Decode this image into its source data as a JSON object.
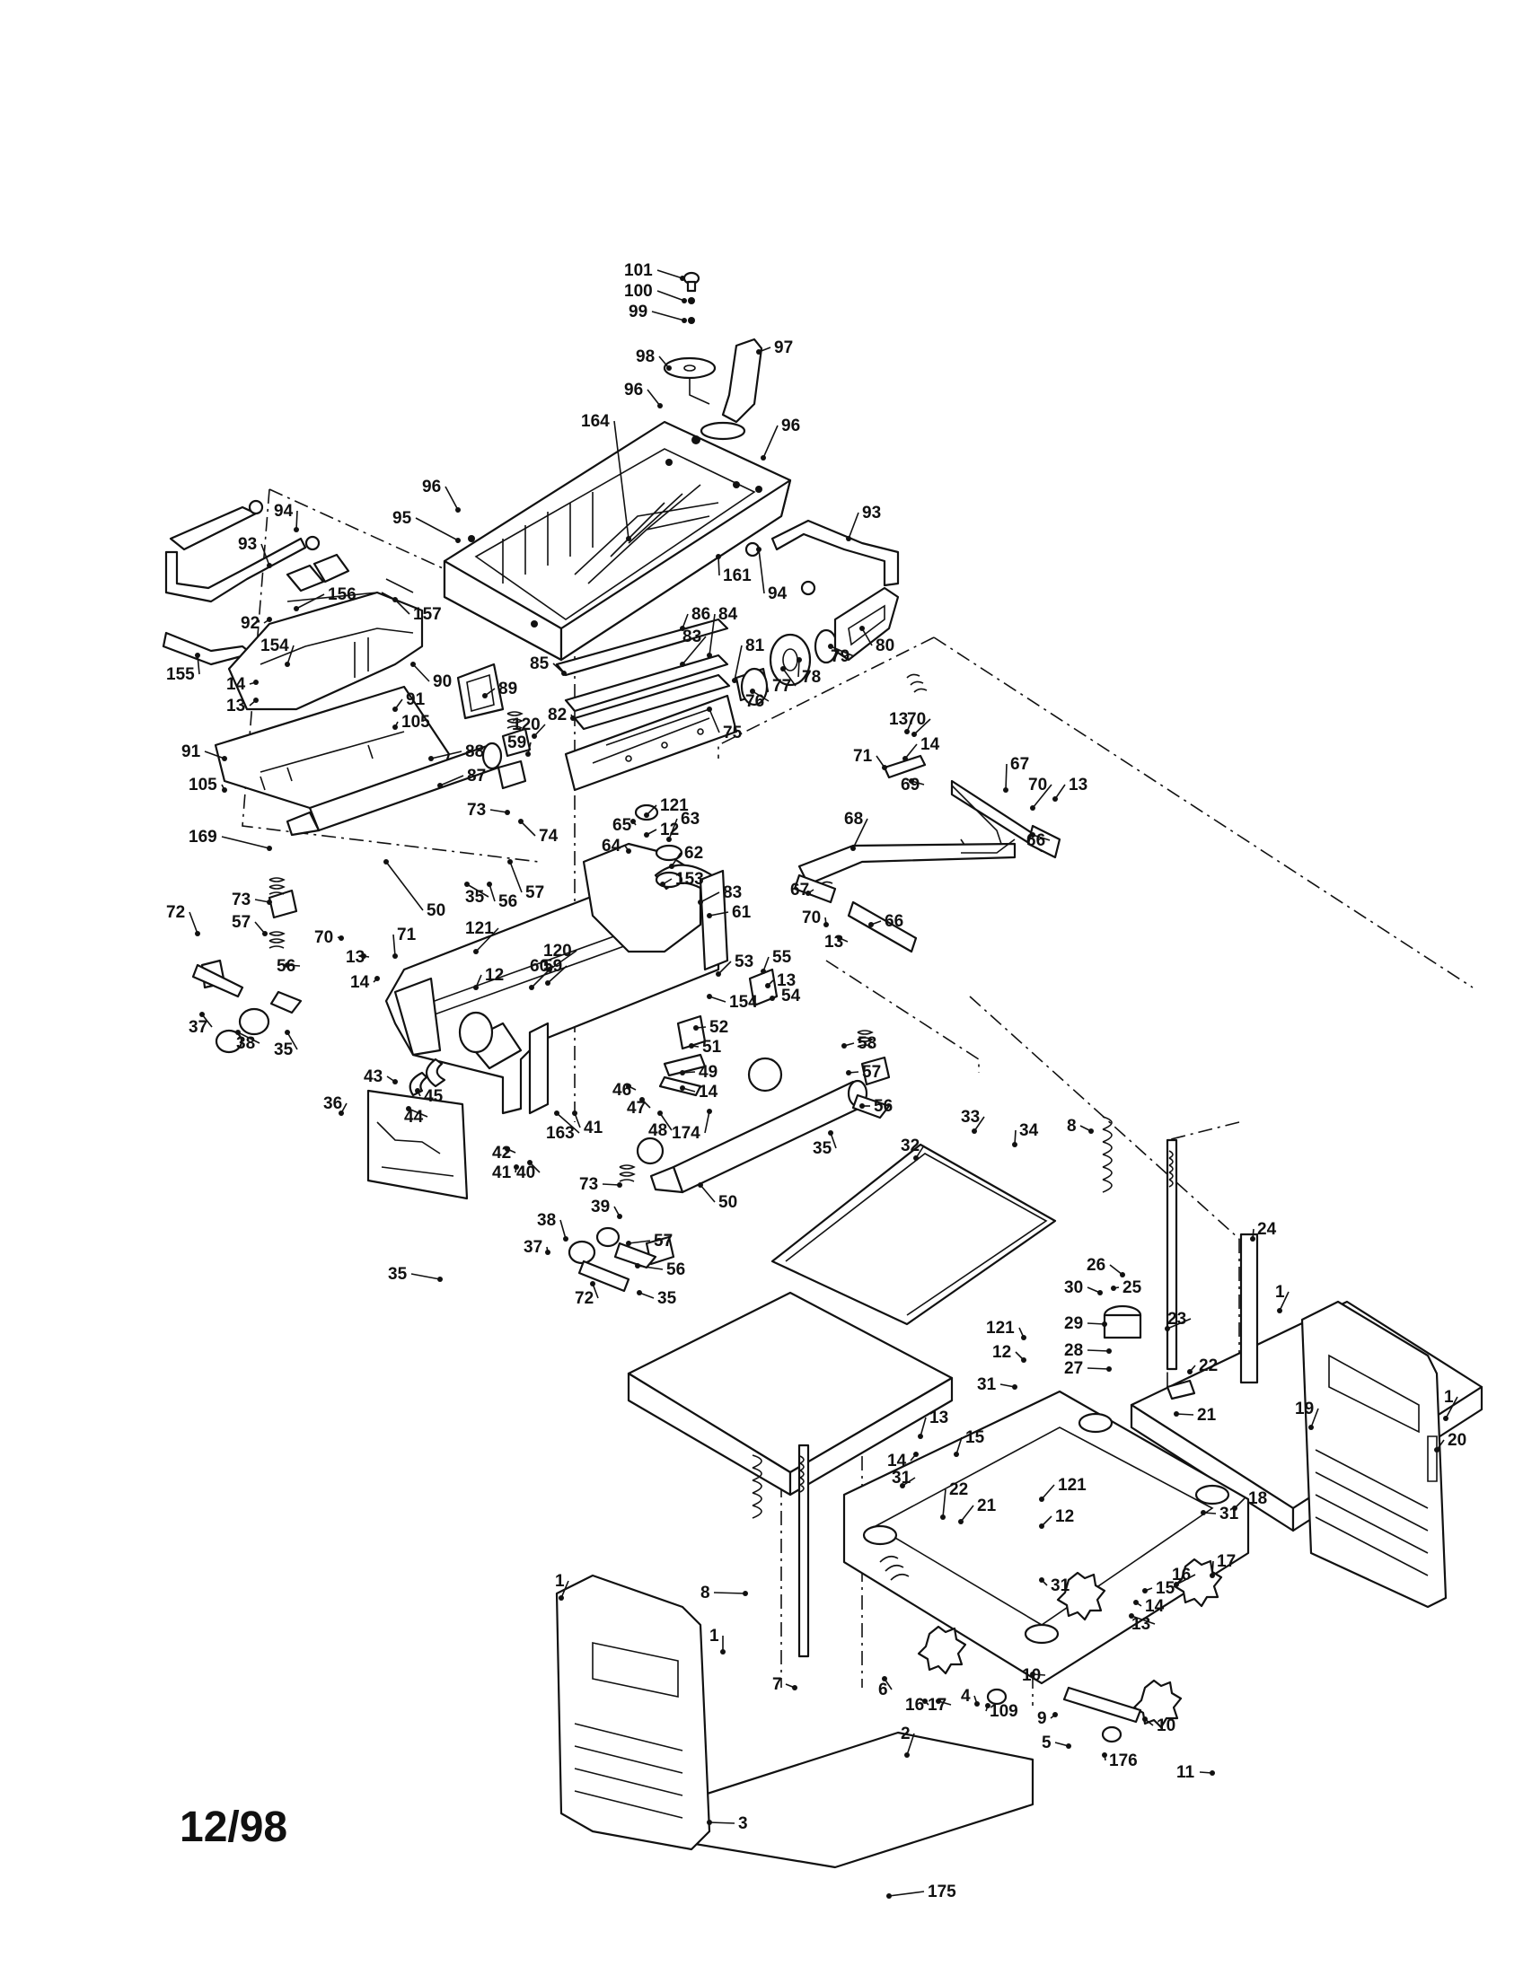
{
  "date_code": "12/98",
  "callouts": [
    {
      "id": "c101",
      "text": "101"
    },
    {
      "id": "c100",
      "text": "100"
    },
    {
      "id": "c99",
      "text": "99"
    },
    {
      "id": "c98",
      "text": "98"
    },
    {
      "id": "c97",
      "text": "97"
    },
    {
      "id": "c96a",
      "text": "96"
    },
    {
      "id": "c96b",
      "text": "96"
    },
    {
      "id": "c96c",
      "text": "96"
    },
    {
      "id": "c164",
      "text": "164"
    },
    {
      "id": "c95",
      "text": "95"
    },
    {
      "id": "c94a",
      "text": "94"
    },
    {
      "id": "c94b",
      "text": "94"
    },
    {
      "id": "c93a",
      "text": "93"
    },
    {
      "id": "c93b",
      "text": "93"
    },
    {
      "id": "c92",
      "text": "92"
    },
    {
      "id": "c156",
      "text": "156"
    },
    {
      "id": "c157",
      "text": "157"
    },
    {
      "id": "c161",
      "text": "161"
    },
    {
      "id": "c155",
      "text": "155"
    },
    {
      "id": "c154a",
      "text": "154"
    },
    {
      "id": "c90",
      "text": "90"
    },
    {
      "id": "c89",
      "text": "89"
    },
    {
      "id": "c91a",
      "text": "91"
    },
    {
      "id": "c105a",
      "text": "105"
    },
    {
      "id": "c14a",
      "text": "14"
    },
    {
      "id": "c13a",
      "text": "13"
    },
    {
      "id": "c86",
      "text": "86"
    },
    {
      "id": "c84",
      "text": "84"
    },
    {
      "id": "c85",
      "text": "85"
    },
    {
      "id": "c83a",
      "text": "83"
    },
    {
      "id": "c81",
      "text": "81"
    },
    {
      "id": "c76",
      "text": "76"
    },
    {
      "id": "c77",
      "text": "77"
    },
    {
      "id": "c78",
      "text": "78"
    },
    {
      "id": "c79",
      "text": "79"
    },
    {
      "id": "c80",
      "text": "80"
    },
    {
      "id": "c82",
      "text": "82"
    },
    {
      "id": "c75",
      "text": "75"
    },
    {
      "id": "c120a",
      "text": "120"
    },
    {
      "id": "c59a",
      "text": "59"
    },
    {
      "id": "c91b",
      "text": "91"
    },
    {
      "id": "c105b",
      "text": "105"
    },
    {
      "id": "c88",
      "text": "88"
    },
    {
      "id": "c87",
      "text": "87"
    },
    {
      "id": "c73a",
      "text": "73"
    },
    {
      "id": "c74",
      "text": "74"
    },
    {
      "id": "c57a",
      "text": "57"
    },
    {
      "id": "c35a",
      "text": "35"
    },
    {
      "id": "c56a",
      "text": "56"
    },
    {
      "id": "c50a",
      "text": "50"
    },
    {
      "id": "c169",
      "text": "169"
    },
    {
      "id": "c73b",
      "text": "73"
    },
    {
      "id": "c72a",
      "text": "72"
    },
    {
      "id": "c57b",
      "text": "57"
    },
    {
      "id": "c70a",
      "text": "70"
    },
    {
      "id": "c37a",
      "text": "37"
    },
    {
      "id": "c38a",
      "text": "38"
    },
    {
      "id": "c56b",
      "text": "56"
    },
    {
      "id": "c35b",
      "text": "35"
    },
    {
      "id": "c71a",
      "text": "71"
    },
    {
      "id": "c13b",
      "text": "13"
    },
    {
      "id": "c14b",
      "text": "14"
    },
    {
      "id": "c121a",
      "text": "121"
    },
    {
      "id": "c12a",
      "text": "12"
    },
    {
      "id": "c65",
      "text": "65"
    },
    {
      "id": "c121b",
      "text": "121"
    },
    {
      "id": "c12b",
      "text": "12"
    },
    {
      "id": "c63",
      "text": "63"
    },
    {
      "id": "c62",
      "text": "62"
    },
    {
      "id": "c64",
      "text": "64"
    },
    {
      "id": "c153",
      "text": "153"
    },
    {
      "id": "c83b",
      "text": "83"
    },
    {
      "id": "c61",
      "text": "61"
    },
    {
      "id": "c120b",
      "text": "120"
    },
    {
      "id": "c59b",
      "text": "59"
    },
    {
      "id": "c60",
      "text": "60"
    },
    {
      "id": "c53",
      "text": "53"
    },
    {
      "id": "c55",
      "text": "55"
    },
    {
      "id": "c13c",
      "text": "13"
    },
    {
      "id": "c54",
      "text": "54"
    },
    {
      "id": "c154b",
      "text": "154"
    },
    {
      "id": "c52",
      "text": "52"
    },
    {
      "id": "c51",
      "text": "51"
    },
    {
      "id": "c49",
      "text": "49"
    },
    {
      "id": "c14c",
      "text": "14"
    },
    {
      "id": "c46",
      "text": "46"
    },
    {
      "id": "c47",
      "text": "47"
    },
    {
      "id": "c48",
      "text": "48"
    },
    {
      "id": "c43",
      "text": "43"
    },
    {
      "id": "c45",
      "text": "45"
    },
    {
      "id": "c44",
      "text": "44"
    },
    {
      "id": "c41a",
      "text": "41"
    },
    {
      "id": "c163",
      "text": "163"
    },
    {
      "id": "c174",
      "text": "174"
    },
    {
      "id": "c36",
      "text": "36"
    },
    {
      "id": "c42",
      "text": "42"
    },
    {
      "id": "c41b",
      "text": "41"
    },
    {
      "id": "c40",
      "text": "40"
    },
    {
      "id": "c58",
      "text": "58"
    },
    {
      "id": "c57c",
      "text": "57"
    },
    {
      "id": "c56c",
      "text": "56"
    },
    {
      "id": "c35c",
      "text": "35"
    },
    {
      "id": "c50b",
      "text": "50"
    },
    {
      "id": "c73c",
      "text": "73"
    },
    {
      "id": "c39",
      "text": "39"
    },
    {
      "id": "c38b",
      "text": "38"
    },
    {
      "id": "c57d",
      "text": "57"
    },
    {
      "id": "c37b",
      "text": "37"
    },
    {
      "id": "c56d",
      "text": "56"
    },
    {
      "id": "c72b",
      "text": "72"
    },
    {
      "id": "c35d",
      "text": "35"
    },
    {
      "id": "c35e",
      "text": "35"
    },
    {
      "id": "c13d",
      "text": "13"
    },
    {
      "id": "c70b",
      "text": "70"
    },
    {
      "id": "c14d",
      "text": "14"
    },
    {
      "id": "c71b",
      "text": "71"
    },
    {
      "id": "c69",
      "text": "69"
    },
    {
      "id": "c67a",
      "text": "67"
    },
    {
      "id": "c70c",
      "text": "70"
    },
    {
      "id": "c13e",
      "text": "13"
    },
    {
      "id": "c66a",
      "text": "66"
    },
    {
      "id": "c68",
      "text": "68"
    },
    {
      "id": "c67b",
      "text": "67"
    },
    {
      "id": "c66b",
      "text": "66"
    },
    {
      "id": "c70d",
      "text": "70"
    },
    {
      "id": "c13f",
      "text": "13"
    },
    {
      "id": "c33",
      "text": "33"
    },
    {
      "id": "c34",
      "text": "34"
    },
    {
      "id": "c32",
      "text": "32"
    },
    {
      "id": "c8a",
      "text": "8"
    },
    {
      "id": "c26",
      "text": "26"
    },
    {
      "id": "c25",
      "text": "25"
    },
    {
      "id": "c30",
      "text": "30"
    },
    {
      "id": "c29",
      "text": "29"
    },
    {
      "id": "c28",
      "text": "28"
    },
    {
      "id": "c27",
      "text": "27"
    },
    {
      "id": "c23",
      "text": "23"
    },
    {
      "id": "c22a",
      "text": "22"
    },
    {
      "id": "c24",
      "text": "24"
    },
    {
      "id": "c121c",
      "text": "121"
    },
    {
      "id": "c12c",
      "text": "12"
    },
    {
      "id": "c31a",
      "text": "31"
    },
    {
      "id": "c21a",
      "text": "21"
    },
    {
      "id": "c1a",
      "text": "1"
    },
    {
      "id": "c1b",
      "text": "1"
    },
    {
      "id": "c19",
      "text": "19"
    },
    {
      "id": "c20",
      "text": "20"
    },
    {
      "id": "c13g",
      "text": "13"
    },
    {
      "id": "c14e",
      "text": "14"
    },
    {
      "id": "c15a",
      "text": "15"
    },
    {
      "id": "c31b",
      "text": "31"
    },
    {
      "id": "c22b",
      "text": "22"
    },
    {
      "id": "c21b",
      "text": "21"
    },
    {
      "id": "c121d",
      "text": "121"
    },
    {
      "id": "c12d",
      "text": "12"
    },
    {
      "id": "c18",
      "text": "18"
    },
    {
      "id": "c31c",
      "text": "31"
    },
    {
      "id": "c17a",
      "text": "17"
    },
    {
      "id": "c16a",
      "text": "16"
    },
    {
      "id": "c15b",
      "text": "15"
    },
    {
      "id": "c14f",
      "text": "14"
    },
    {
      "id": "c13h",
      "text": "13"
    },
    {
      "id": "c31d",
      "text": "31"
    },
    {
      "id": "c8b",
      "text": "8"
    },
    {
      "id": "c1c",
      "text": "1"
    },
    {
      "id": "c1d",
      "text": "1"
    },
    {
      "id": "c7",
      "text": "7"
    },
    {
      "id": "c6",
      "text": "6"
    },
    {
      "id": "c16b",
      "text": "16"
    },
    {
      "id": "c17b",
      "text": "17"
    },
    {
      "id": "c4",
      "text": "4"
    },
    {
      "id": "c109",
      "text": "109"
    },
    {
      "id": "c10a",
      "text": "10"
    },
    {
      "id": "c9",
      "text": "9"
    },
    {
      "id": "c10b",
      "text": "10"
    },
    {
      "id": "c5",
      "text": "5"
    },
    {
      "id": "c176",
      "text": "176"
    },
    {
      "id": "c11",
      "text": "11"
    },
    {
      "id": "c2",
      "text": "2"
    },
    {
      "id": "c3",
      "text": "3"
    },
    {
      "id": "c175",
      "text": "175"
    }
  ]
}
